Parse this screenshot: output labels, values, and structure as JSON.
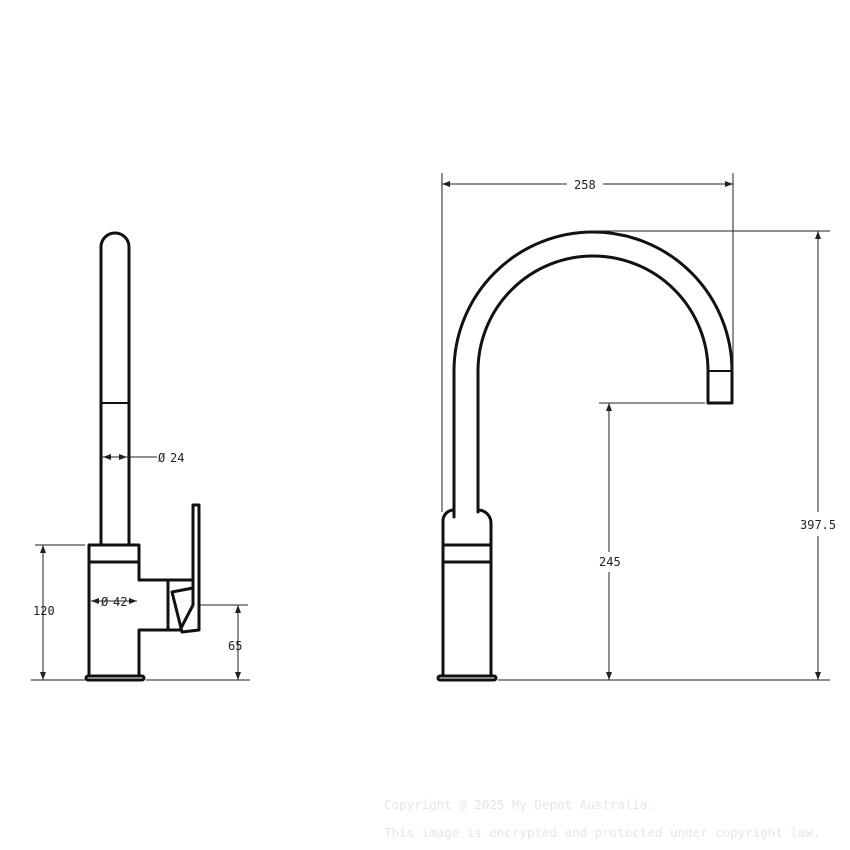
{
  "side_view": {
    "spout_diameter_label": "24",
    "body_diameter_label": "42",
    "body_height_label": "120",
    "outlet_height_label": "65"
  },
  "front_view": {
    "reach_label": "258",
    "overall_height_label": "397.5",
    "spout_clearance_label": "245"
  },
  "diameter_symbol": "Ø",
  "watermark": {
    "line1": "Copyright @ 2025 My Depot Australia.",
    "line2": "This image is encrypted and protected under copyright law."
  }
}
